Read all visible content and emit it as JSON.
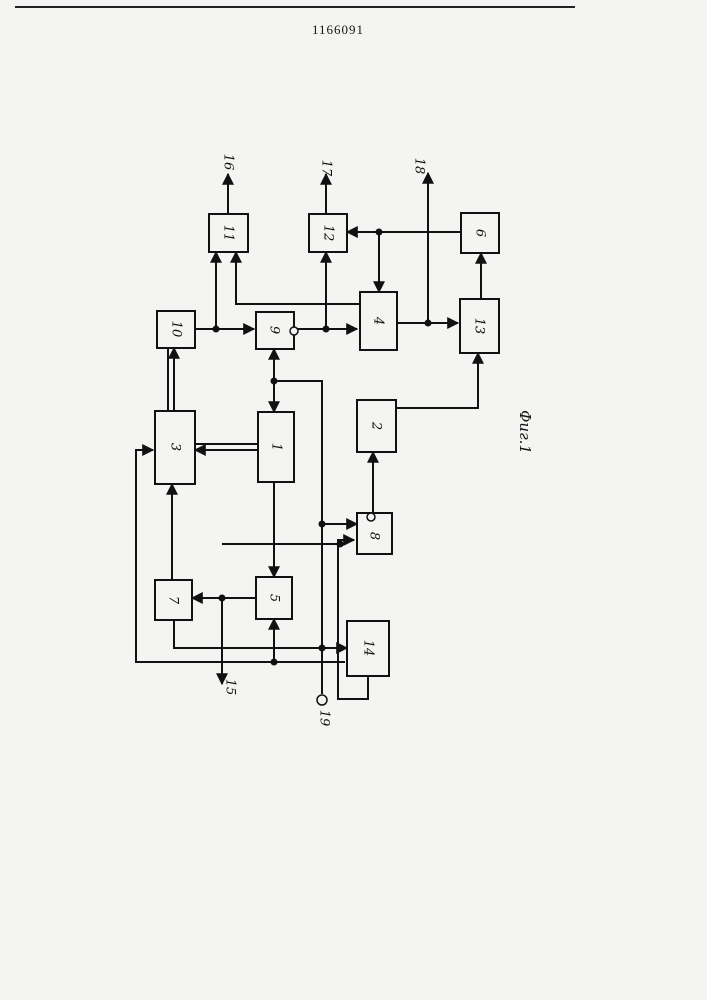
{
  "patent_number": "1166091",
  "figure_caption": "Фиг.1",
  "blocks": {
    "b1": "1",
    "b2": "2",
    "b3": "3",
    "b4": "4",
    "b5": "5",
    "b6": "6",
    "b7": "7",
    "b8": "8",
    "b9": "9",
    "b10": "10",
    "b11": "11",
    "b12": "12",
    "b13": "13",
    "b14": "14"
  },
  "terminals": {
    "t15": "15",
    "t16": "16",
    "t17": "17",
    "t18": "18",
    "t19": "19"
  }
}
